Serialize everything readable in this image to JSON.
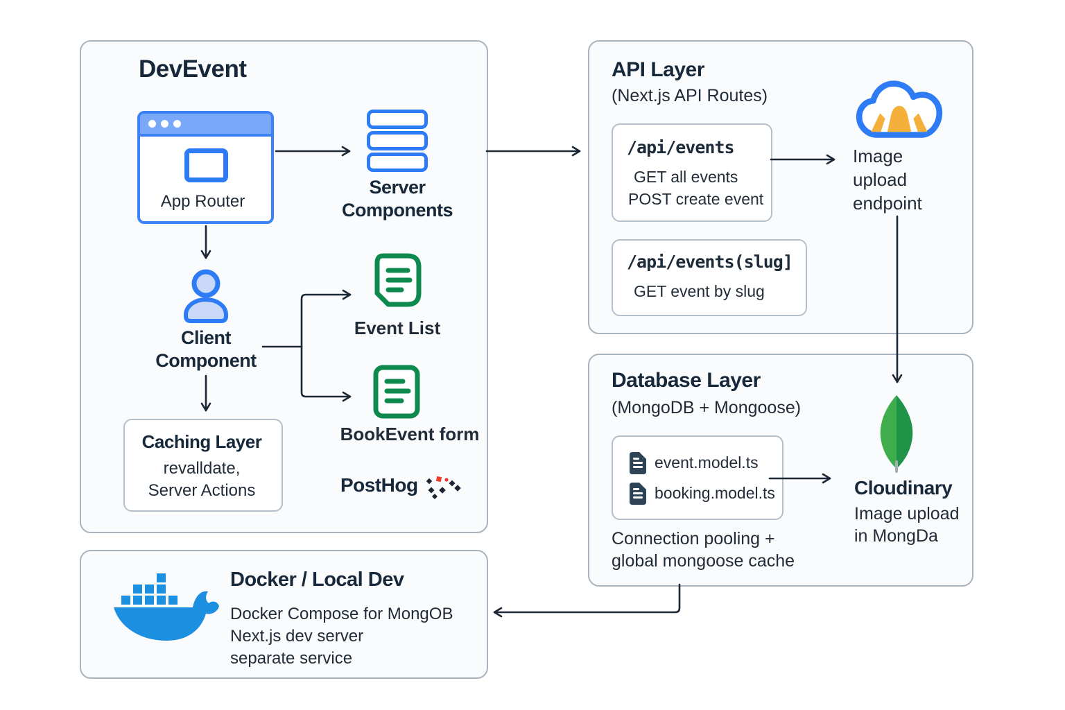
{
  "devevent": {
    "title": "DevEvent",
    "app_router_label": "App Router",
    "server_components_label": "Server Components",
    "client_component_label": "Client Component",
    "event_list_label": "Event List",
    "bookevent_label": "BookEvent form",
    "caching": {
      "title": "Caching Layer",
      "line1": "revalldate,",
      "line2": "Server Actions"
    },
    "posthog_label": "PostHog"
  },
  "api_layer": {
    "title": "API Layer",
    "subtitle": "(Next.js API Routes)",
    "events_route": {
      "path": "/api/events",
      "line1": "GET all events",
      "line2": "POST create event"
    },
    "slug_route": {
      "path": "/api/events(slug]",
      "line1": "GET event by slug"
    },
    "image_upload_label": "Image upload endpoint"
  },
  "database_layer": {
    "title": "Database Layer",
    "subtitle": "(MongoDB + Mongoose)",
    "model_files": [
      "event.model.ts",
      "booking.model.ts"
    ],
    "pooling_line1": "Connection pooling +",
    "pooling_line2": "global mongoose cache",
    "cloudinary": {
      "title": "Cloudinary",
      "line1": "Image upload",
      "line2": "in MongDa"
    }
  },
  "docker": {
    "title": "Docker / Local Dev",
    "lines": [
      "Docker Compose for MongOB",
      "Next.js dev server",
      "separate service"
    ]
  },
  "icons": {
    "browser_window": "browser-window-icon",
    "server_stack": "server-stack-icon",
    "user": "user-icon",
    "document_green": "document-icon",
    "posthog_dots": "posthog-dots-icon",
    "cloudinary_cloud": "cloudinary-cloud-icon",
    "mongodb_leaf": "mongodb-leaf-icon",
    "file_dark": "file-icon",
    "docker_whale": "docker-whale-icon"
  },
  "colors": {
    "blue": "#2e7cf5",
    "blue_light": "#7aa8f8",
    "blue_pale": "#c9d8f6",
    "green": "#0e8a4f",
    "mongo_green_light": "#3fad4c",
    "mongo_green_dark": "#1f9347",
    "docker_blue": "#1d8fe1",
    "cloudinary_orange": "#f5b03c",
    "posthog_red": "#ef3b2d",
    "navy": "#16283a",
    "arrow": "#1b2734",
    "panel_fill": "#fafbfd",
    "panel_border": "#a9b3bd"
  }
}
